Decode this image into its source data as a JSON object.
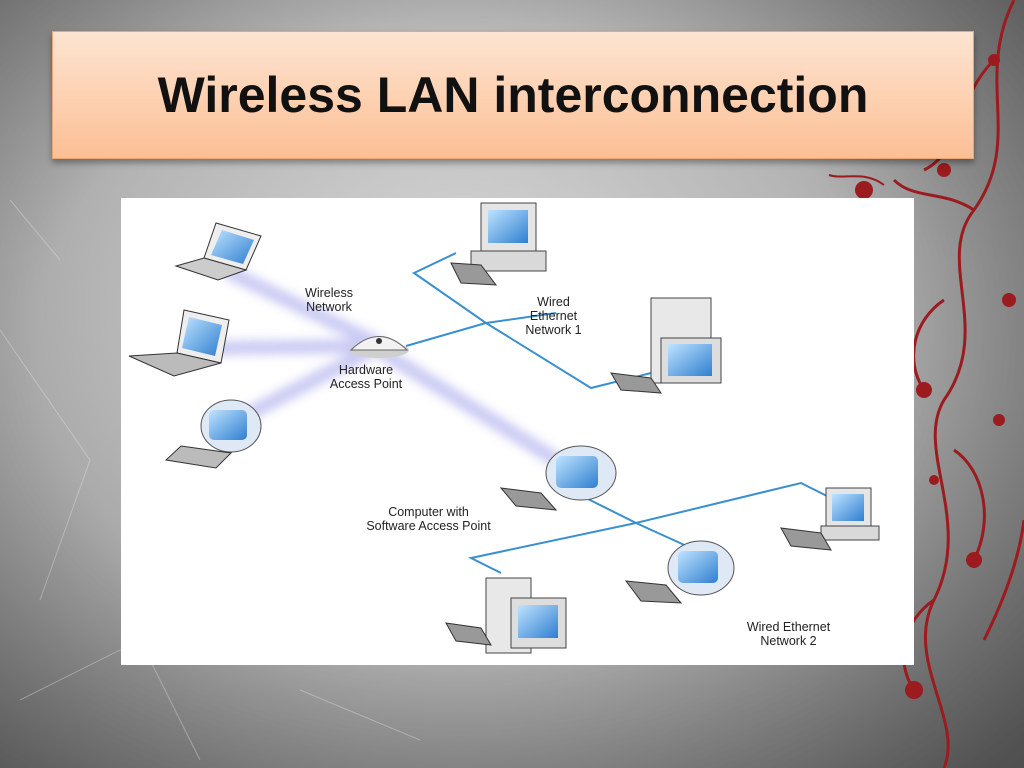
{
  "slide": {
    "title": "Wireless LAN interconnection"
  },
  "diagram": {
    "labels": {
      "wireless_network": "Wireless\nNetwork",
      "hardware_access_point": "Hardware\nAccess Point",
      "wired_ethernet_1": "Wired\nEthernet\nNetwork 1",
      "computer_software_ap": "Computer with\nSoftware Access Point",
      "wired_ethernet_2": "Wired Ethernet\nNetwork 2"
    }
  },
  "colors": {
    "title_bg": "#fdd0b0",
    "ethernet_line": "#3a8fd0",
    "wireless_beam": "#b8b8f0",
    "floral": "#9b1b1f"
  }
}
